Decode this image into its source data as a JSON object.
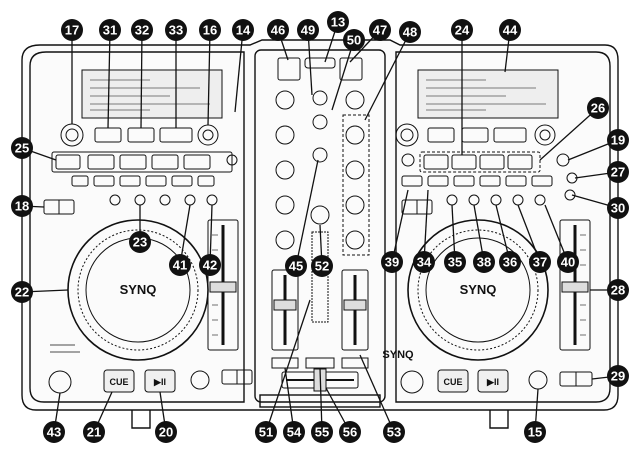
{
  "brand": "SYNQ",
  "callouts": [
    {
      "id": "17"
    },
    {
      "id": "31"
    },
    {
      "id": "32"
    },
    {
      "id": "33"
    },
    {
      "id": "16"
    },
    {
      "id": "14"
    },
    {
      "id": "46"
    },
    {
      "id": "49"
    },
    {
      "id": "13"
    },
    {
      "id": "50"
    },
    {
      "id": "47"
    },
    {
      "id": "48"
    },
    {
      "id": "24"
    },
    {
      "id": "44"
    },
    {
      "id": "25"
    },
    {
      "id": "26"
    },
    {
      "id": "19"
    },
    {
      "id": "27"
    },
    {
      "id": "18"
    },
    {
      "id": "30"
    },
    {
      "id": "22"
    },
    {
      "id": "23"
    },
    {
      "id": "41"
    },
    {
      "id": "42"
    },
    {
      "id": "45"
    },
    {
      "id": "52"
    },
    {
      "id": "39"
    },
    {
      "id": "34"
    },
    {
      "id": "35"
    },
    {
      "id": "38"
    },
    {
      "id": "36"
    },
    {
      "id": "37"
    },
    {
      "id": "40"
    },
    {
      "id": "28"
    },
    {
      "id": "29"
    },
    {
      "id": "43"
    },
    {
      "id": "21"
    },
    {
      "id": "20"
    },
    {
      "id": "51"
    },
    {
      "id": "54"
    },
    {
      "id": "55"
    },
    {
      "id": "56"
    },
    {
      "id": "53"
    },
    {
      "id": "15"
    }
  ],
  "deck_buttons": {
    "cue": "CUE",
    "play": "▶II"
  }
}
